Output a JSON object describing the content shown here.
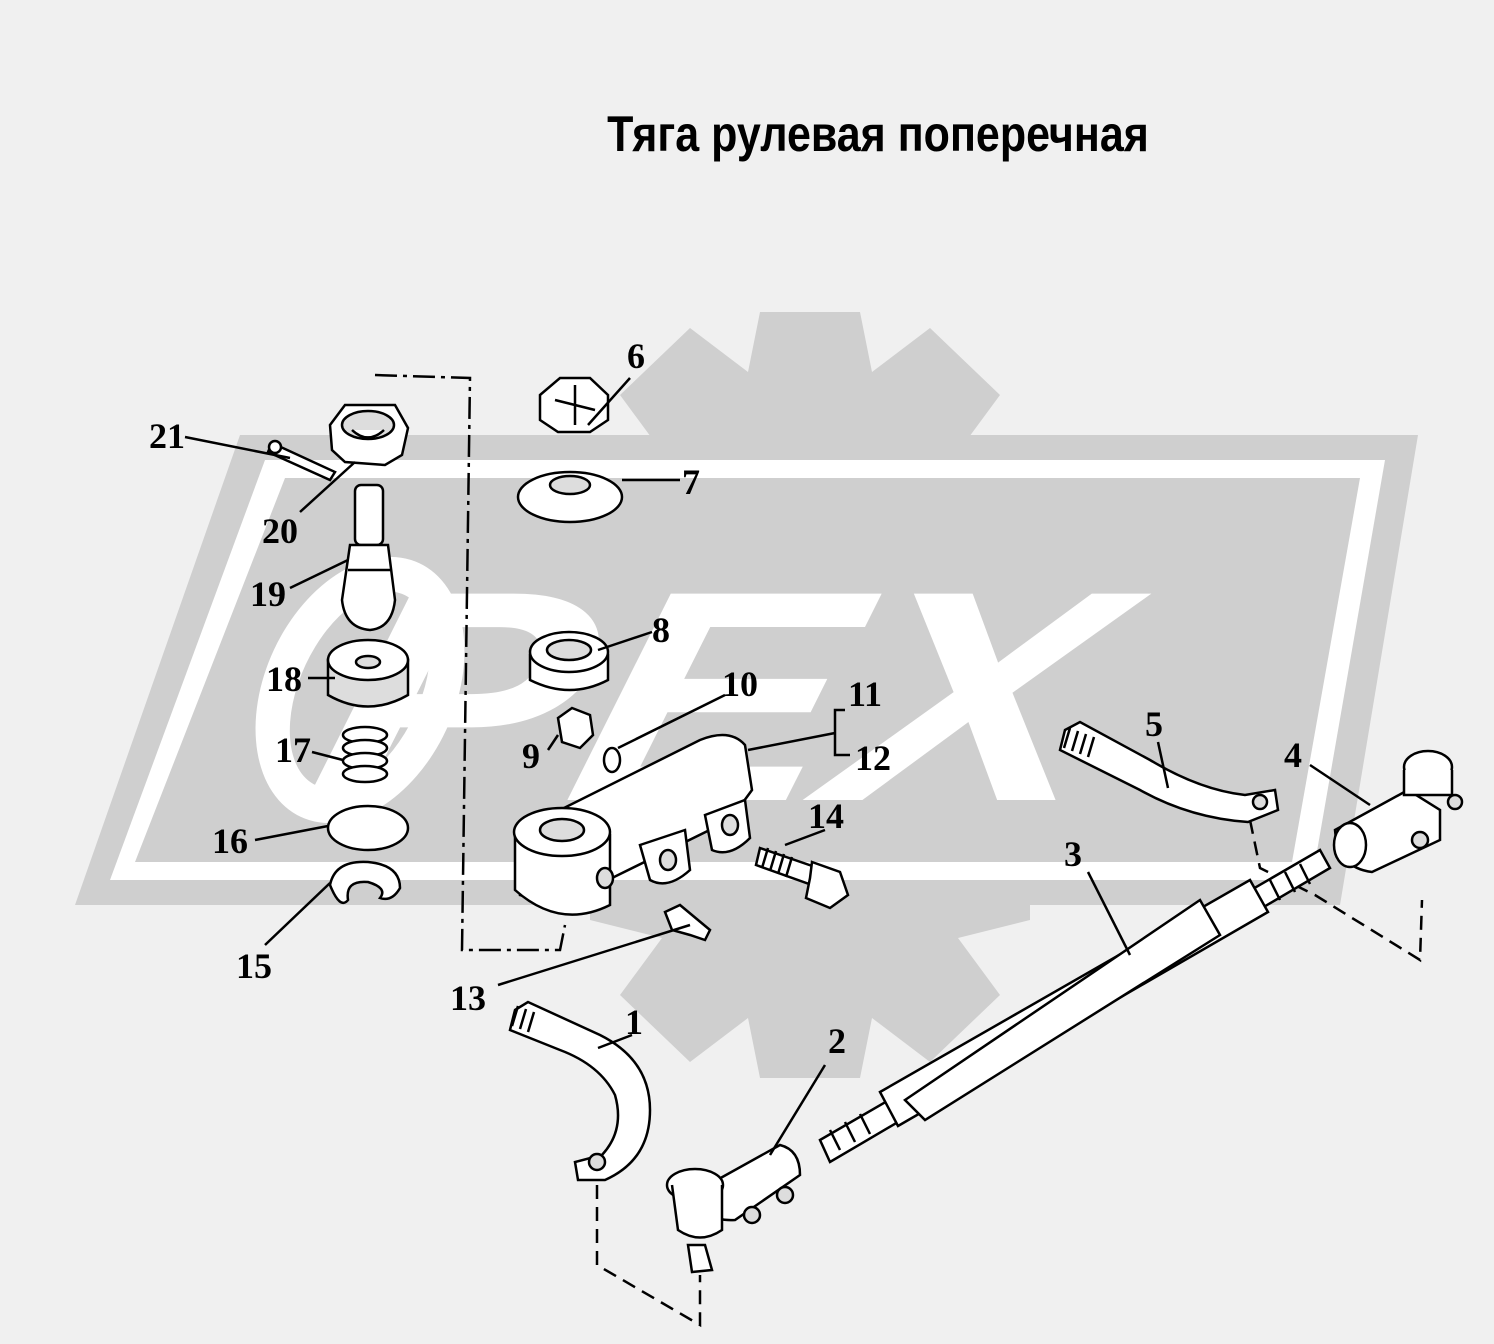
{
  "title": "Тяга рулевая поперечная",
  "watermark": {
    "text": "PEX",
    "color": "#cfcfcf"
  },
  "parts": [
    {
      "id": "1",
      "label": "1"
    },
    {
      "id": "2",
      "label": "2"
    },
    {
      "id": "3",
      "label": "3"
    },
    {
      "id": "4",
      "label": "4"
    },
    {
      "id": "5",
      "label": "5"
    },
    {
      "id": "6",
      "label": "6"
    },
    {
      "id": "7",
      "label": "7"
    },
    {
      "id": "8",
      "label": "8"
    },
    {
      "id": "9",
      "label": "9"
    },
    {
      "id": "10",
      "label": "10"
    },
    {
      "id": "11",
      "label": "11"
    },
    {
      "id": "12",
      "label": "12"
    },
    {
      "id": "13",
      "label": "13"
    },
    {
      "id": "14",
      "label": "14"
    },
    {
      "id": "15",
      "label": "15"
    },
    {
      "id": "16",
      "label": "16"
    },
    {
      "id": "17",
      "label": "17"
    },
    {
      "id": "18",
      "label": "18"
    },
    {
      "id": "19",
      "label": "19"
    },
    {
      "id": "20",
      "label": "20"
    },
    {
      "id": "21",
      "label": "21"
    }
  ]
}
